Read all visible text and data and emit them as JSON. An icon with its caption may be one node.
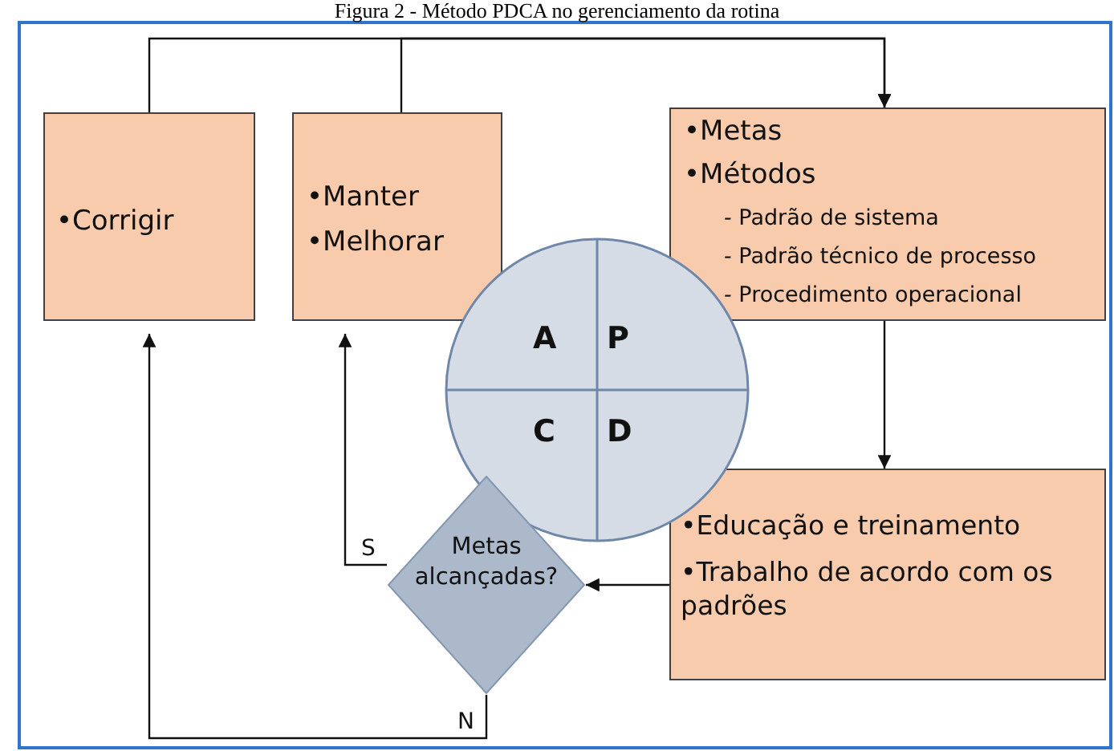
{
  "diagram": {
    "title": "Figura 2 - Método PDCA no gerenciamento da rotina",
    "nodes": [
      {
        "text": [
          "•Corrigir"
        ]
      },
      {
        "text": [
          "•Manter",
          "•Melhorar"
        ]
      },
      {
        "text": [
          "•Metas",
          "•Métodos",
          "- Padrão de sistema",
          "- Padrão técnico de processo",
          "- Procedimento operacional"
        ]
      },
      {
        "text": [
          "A",
          "P",
          "C",
          "D"
        ]
      },
      {
        "text": [
          "•Educação e treinamento",
          "•Trabalho de acordo com os padrões"
        ]
      },
      {
        "text": [
          "Metas alcançadas?"
        ]
      }
    ],
    "edges": [
      {
        "from": 0,
        "to": 2,
        "arrow": "to"
      },
      {
        "from": 1,
        "to": 2,
        "arrow": "to"
      },
      {
        "from": 2,
        "to": 4,
        "arrow": "to"
      },
      {
        "from": 4,
        "to": 5,
        "arrow": "to"
      },
      {
        "from": 5,
        "to": 1,
        "arrow": "to",
        "label": "S"
      },
      {
        "from": 5,
        "to": 0,
        "arrow": "to",
        "label": "N"
      }
    ]
  }
}
